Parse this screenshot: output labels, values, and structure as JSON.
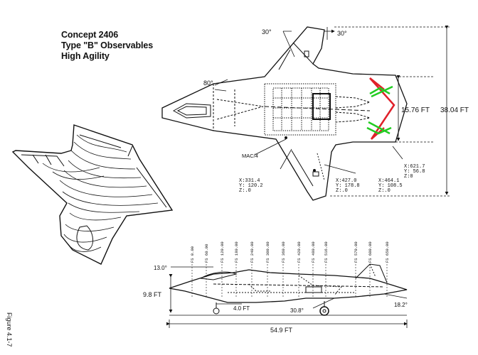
{
  "title": {
    "line1": "Concept 2406",
    "line2": "Type \"B\" Observables",
    "line3": "High Agility"
  },
  "planform": {
    "angle_left": "30°",
    "angle_right": "30°",
    "angle_nose": "80°",
    "span_inner": "15.76 FT",
    "span_outer": "38.04 FT",
    "mac_label": "MAC/4",
    "coord_a": {
      "x": "X:331.4",
      "y": "Y: 120.2",
      "z": "Z:.0"
    },
    "coord_b": {
      "x": "X:427.0",
      "y": "Y: 178.8",
      "z": "Z:.0"
    },
    "coord_c": {
      "x": "X:464.1",
      "y": "Y: 108.5",
      "z": "Z:.0"
    },
    "coord_d": {
      "x": "X:621.7",
      "y": "Y: 56.8",
      "z": "Z:0"
    }
  },
  "side_view": {
    "fs_stations": [
      "FS 0.00",
      "FS 60.00",
      "FS 120.00",
      "FS 180.00",
      "FS 240.00",
      "FS 300.00",
      "FS 360.00",
      "FS 420.00",
      "FS 480.00",
      "FS 516.00",
      "FS 570.00",
      "FS 600.00",
      "FS 650.00"
    ],
    "angle_top": "13.0°",
    "height": "9.8 FT",
    "gear_dim": "4.0 FT",
    "tail_angle": "30.8°",
    "tail_up_angle": "18.2°",
    "length": "54.9 FT"
  },
  "figure_label": "Figure 4.1-7",
  "colors": {
    "red_mark": "#e0202a",
    "green_mark": "#22cc22",
    "ink": "#111111"
  }
}
